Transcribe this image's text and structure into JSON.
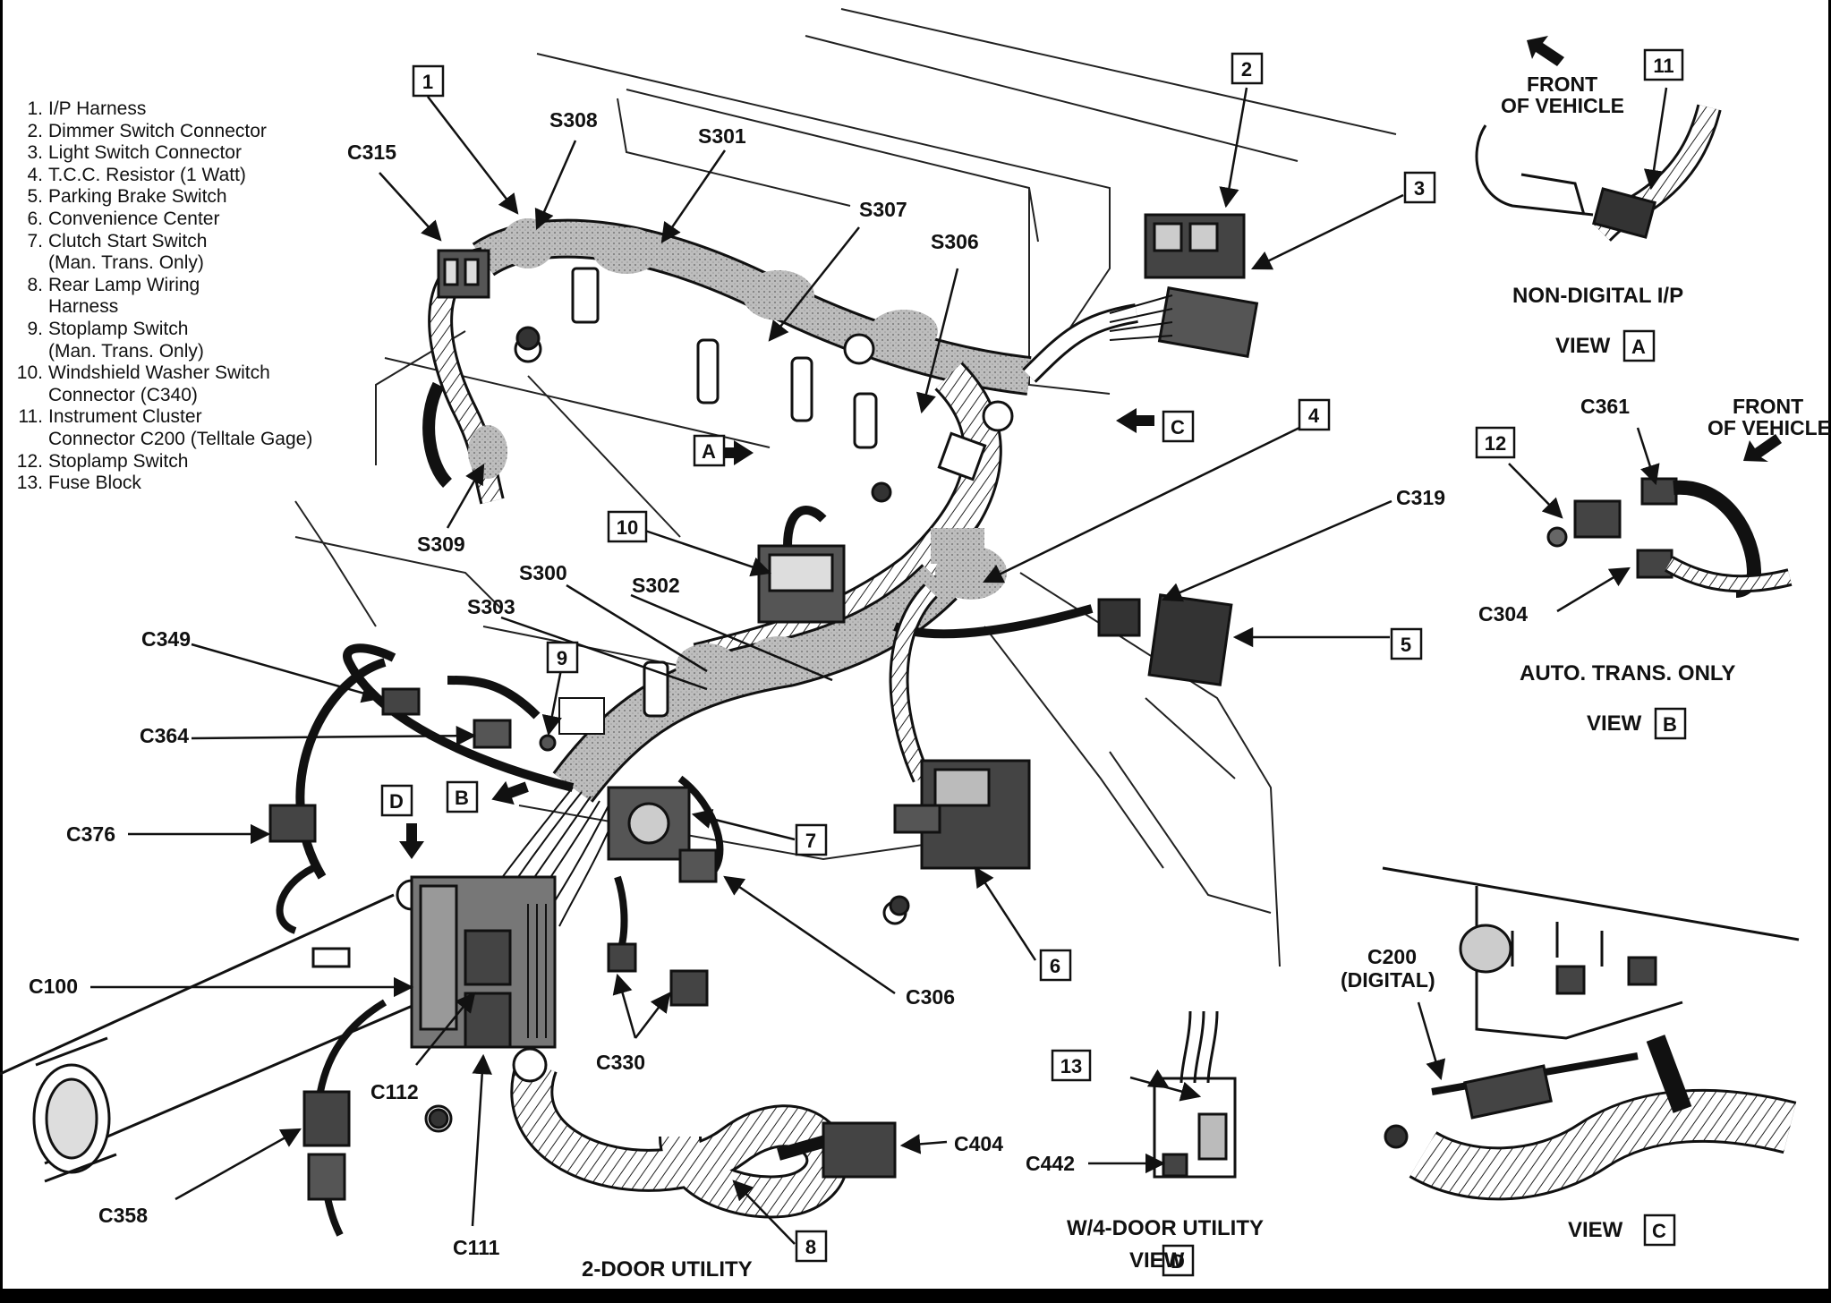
{
  "legend": [
    {
      "num": "1.",
      "text": "I/P Harness"
    },
    {
      "num": "2.",
      "text": "Dimmer Switch Connector"
    },
    {
      "num": "3.",
      "text": "Light Switch Connector"
    },
    {
      "num": "4.",
      "text": "T.C.C. Resistor (1 Watt)"
    },
    {
      "num": "5.",
      "text": "Parking Brake Switch"
    },
    {
      "num": "6.",
      "text": "Convenience Center"
    },
    {
      "num": "7.",
      "text": "Clutch Start Switch\n(Man. Trans. Only)"
    },
    {
      "num": "8.",
      "text": "Rear Lamp Wiring\nHarness"
    },
    {
      "num": "9.",
      "text": "Stoplamp Switch\n(Man. Trans. Only)"
    },
    {
      "num": "10.",
      "text": "Windshield Washer Switch\nConnector (C340)"
    },
    {
      "num": "11.",
      "text": "Instrument Cluster\nConnector C200 (Telltale Gage)"
    },
    {
      "num": "12.",
      "text": "Stoplamp Switch"
    },
    {
      "num": "13.",
      "text": "Fuse Block"
    }
  ],
  "callouts": {
    "c315": "C315",
    "s308": "S308",
    "s301": "S301",
    "s307": "S307",
    "s306": "S306",
    "s309": "S309",
    "s300": "S300",
    "s302": "S302",
    "s303": "S303",
    "c319": "C319",
    "c349": "C349",
    "c364": "C364",
    "c376": "C376",
    "c100": "C100",
    "c112": "C112",
    "c111": "C111",
    "c358": "C358",
    "c330": "C330",
    "c306": "C306",
    "c404": "C404",
    "c442": "C442",
    "c361": "C361",
    "c304": "C304",
    "c200": "C200",
    "digital": "(DIGITAL)"
  },
  "boxes": {
    "b1": "1",
    "b2": "2",
    "b3": "3",
    "b4": "4",
    "b5": "5",
    "b6": "6",
    "b7": "7",
    "b8": "8",
    "b9": "9",
    "b10": "10",
    "b11": "11",
    "b12": "12",
    "b13": "13",
    "bA": "A",
    "bB": "B",
    "bC": "C",
    "bD": "D"
  },
  "views": {
    "front_vehicle_1a": "FRONT",
    "front_vehicle_1b": "OF VEHICLE",
    "front_vehicle_2a": "FRONT",
    "front_vehicle_2b": "OF VEHICLE",
    "non_digital": "NON-DIGITAL I/P",
    "view_word": "VIEW",
    "auto_trans": "AUTO. TRANS. ONLY",
    "four_door": "W/4-DOOR UTILITY",
    "two_door": "2-DOOR UTILITY",
    "view_a_letter": "A",
    "view_b_letter": "B",
    "view_c_letter": "C",
    "view_d_letter": "D"
  }
}
